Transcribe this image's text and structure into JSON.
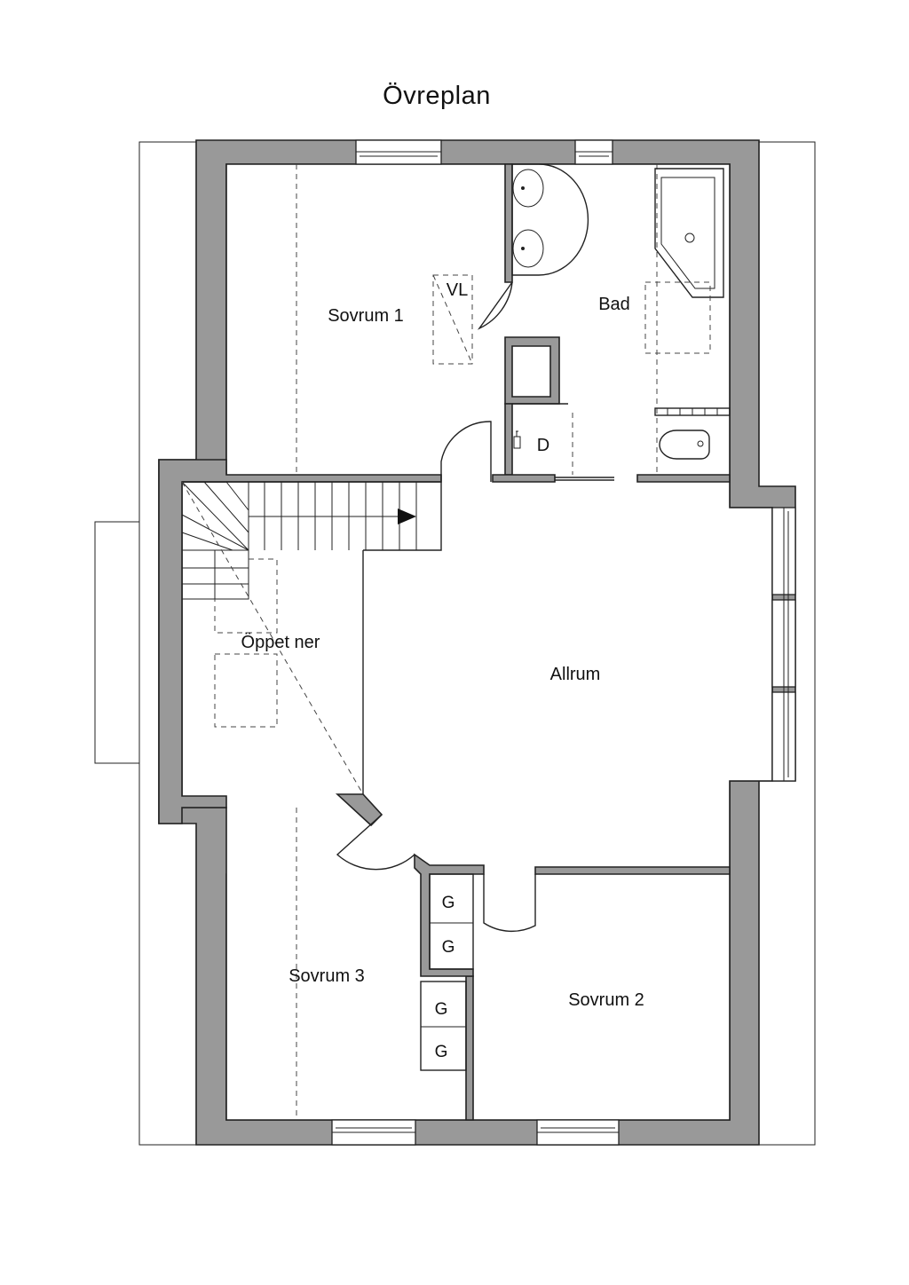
{
  "title": "Övreplan",
  "rooms": {
    "sovrum1": "Sovrum 1",
    "bad": "Bad",
    "vl": "VL",
    "d": "D",
    "oppet_ner": "Öppet ner",
    "allrum": "Allrum",
    "sovrum3": "Sovrum 3",
    "sovrum2": "Sovrum 2"
  },
  "closets": [
    "G",
    "G",
    "G",
    "G"
  ],
  "colors": {
    "wall": "#999999",
    "line": "#222222",
    "background": "#ffffff"
  }
}
